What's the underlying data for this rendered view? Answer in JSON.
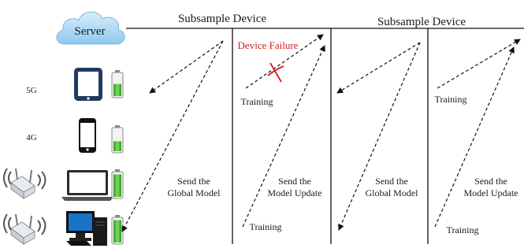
{
  "server": {
    "label": "Server"
  },
  "phases": {
    "subsample_left": "Subsample Device",
    "subsample_right": "Subsample Device"
  },
  "devices": [
    {
      "network": "5G",
      "icon": "tablet-icon",
      "battery": 0.55
    },
    {
      "network": "4G",
      "icon": "phone-icon",
      "battery": 0.45
    },
    {
      "network": "",
      "icon": "laptop-icon",
      "battery": 0.95
    },
    {
      "network": "",
      "icon": "desktop-icon",
      "battery": 0.95
    }
  ],
  "labels": {
    "device_failure": "Device Failure",
    "training_a": "Training",
    "training_b": "Training",
    "training_c": "Training",
    "training_d": "Training",
    "send_global_1_l1": "Send the",
    "send_global_1_l2": "Global Model",
    "send_update_1_l1": "Send the",
    "send_update_1_l2": "Model Update",
    "send_global_2_l1": "Send the",
    "send_global_2_l2": "Global Model",
    "send_update_2_l1": "Send the",
    "send_update_2_l2": "Model Update"
  },
  "colors": {
    "failure": "#d0201f",
    "tablet": "#1f3a63",
    "battery_fill": "#3fb52b",
    "line": "#111111",
    "cloud": "#a9d5f0"
  }
}
